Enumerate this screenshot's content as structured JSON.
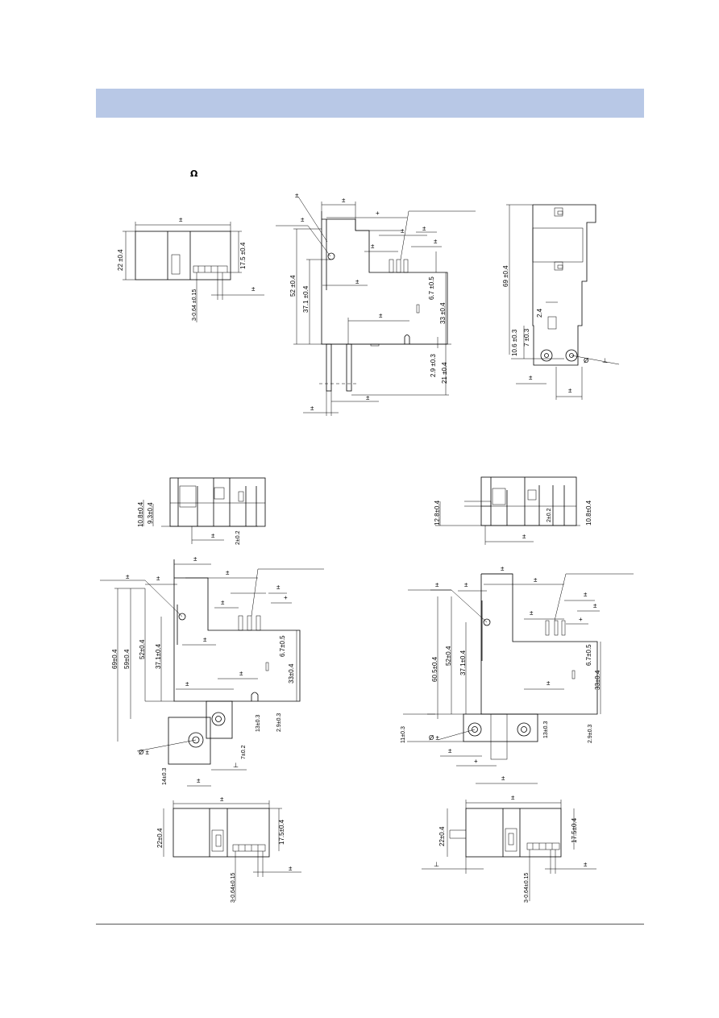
{
  "header": {
    "banner_color": "#b8c8e6"
  },
  "top_left": {
    "ohm_symbol": "Ω",
    "dim_width": "±",
    "dim_height": "22 ±0.4",
    "dim_body": "17.5 ±0.4",
    "dim_pins": "3-0.64 ±0.15",
    "dim_tol": "±"
  },
  "top_mid": {
    "d52": "52 ±0.4",
    "d37": "37.1 ±0.4",
    "d67": "6.7 ±0.5",
    "d33": "33 ±0.4",
    "d29": "2.9 ±0.3",
    "d21": "21 ±0.4",
    "pm": "±",
    "plus": "+"
  },
  "top_right": {
    "d69": "69 ±0.4",
    "d24": "2.4",
    "d106": "10.6 ±0.3",
    "d7": "7 ±0.3",
    "phi": "Ø",
    "perp": "⊥",
    "pm": "±"
  },
  "mid_left": {
    "d108": "10.8±0.4",
    "d93": "9.3±0.4",
    "d2": "2±0.2",
    "pm": "±"
  },
  "mid_right": {
    "d128": "12.8±0.4",
    "d2": "2±0.2",
    "d108": "10.8±0.4",
    "pm": "±"
  },
  "low_left": {
    "d69": "69±0.4",
    "d59": "59±0.4",
    "d52": "52±0.4",
    "d37": "37.1±0.4",
    "d67": "6.7±0.5",
    "d33": "33±0.4",
    "d13": "13±0.3",
    "d29": "2.9±0.3",
    "d7": "7±0.2",
    "d14": "14±0.3",
    "phi": "Ø ±",
    "perp": "⊥",
    "pm": "±",
    "plus": "+"
  },
  "low_right": {
    "d605": "60.5±0.4",
    "d52": "52±0.4",
    "d37": "37.1±0.4",
    "d67": "6.7±0.5",
    "d33": "33±0.4",
    "d13": "13±0.3",
    "d11": "11±0.3",
    "d29": "2.9±0.3",
    "phi": "Ø ±",
    "pm": "±",
    "plus": "+"
  },
  "bot_left": {
    "d22": "22±0.4",
    "d175": "17.5±0.4",
    "d3": "3-0.64±0.15",
    "pm": "±"
  },
  "bot_right": {
    "d22": "22±0.4",
    "d175": "17.5±0.4",
    "d3": "3-0.64±0.15",
    "pm": "±",
    "perp": "⊥"
  }
}
